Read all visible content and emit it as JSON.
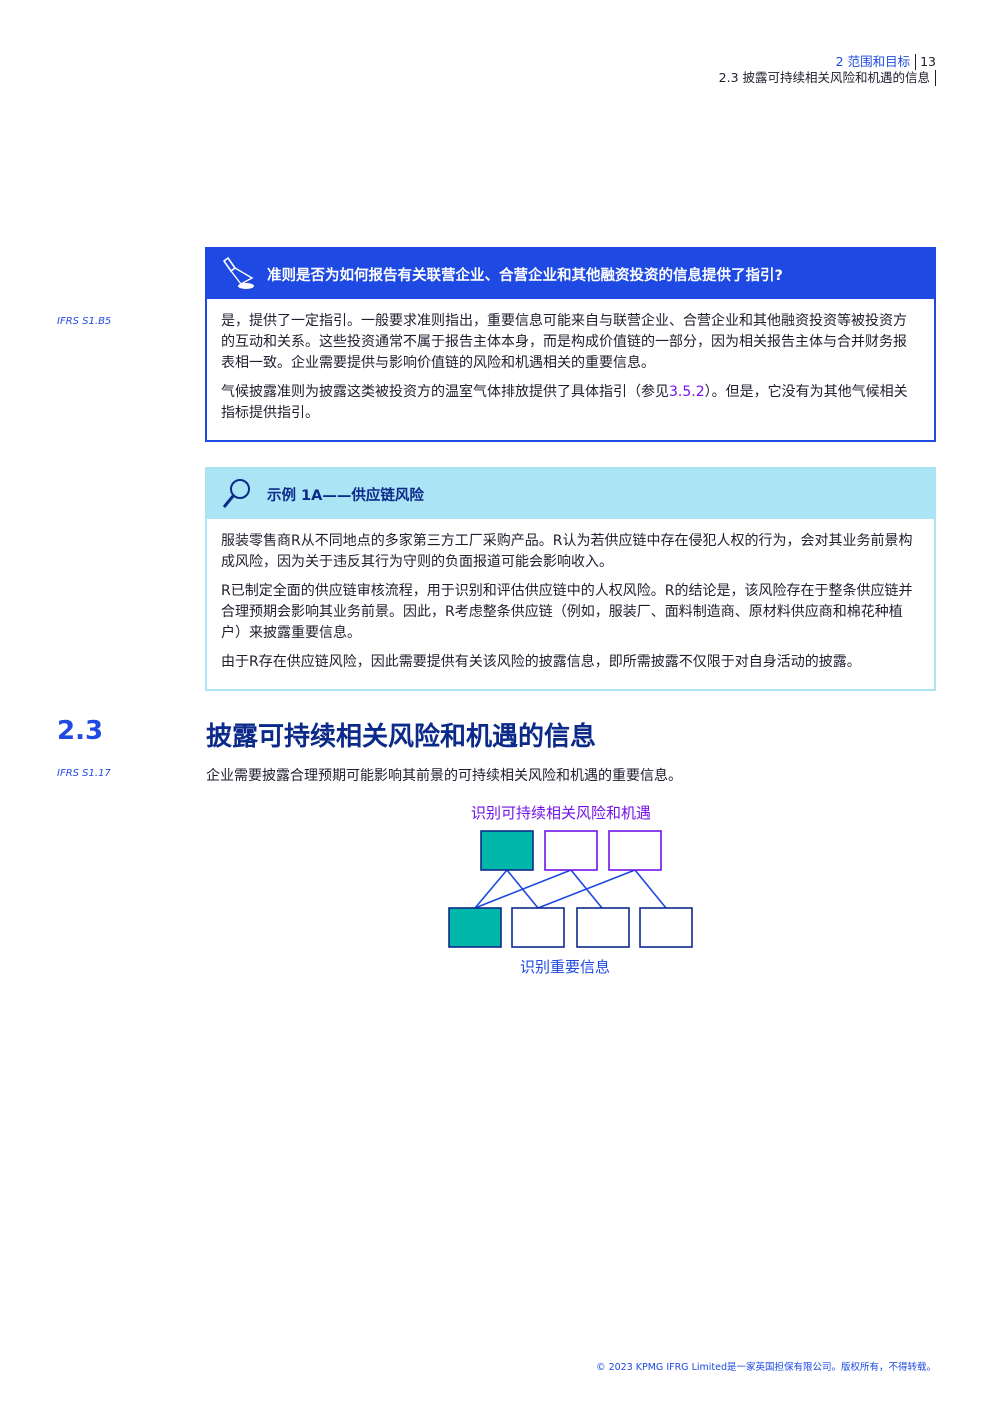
{
  "header": {
    "chapter": "2 范围和目标",
    "page_number": "13",
    "section": "2.3 披露可持续相关风险和机遇的信息"
  },
  "box1": {
    "side_ref": "IFRS S1.B5",
    "title": "准则是否为如何报告有关联营企业、合营企业和其他融资投资的信息提供了指引?",
    "icon": "spotlight-icon",
    "para1": "是，提供了一定指引。一般要求准则指出，重要信息可能来自与联营企业、合营企业和其他融资投资等被投资方的互动和关系。这些投资通常不属于报告主体本身，而是构成价值链的一部分，因为相关报告主体与合并财务报表相一致。企业需要提供与影响价值链的风险和机遇相关的重要信息。",
    "para2_before": "气候披露准则为披露这类被投资方的温室气体排放提供了具体指引（参见",
    "para2_link": "3.5.2",
    "para2_after": "）。但是，它没有为其他气候相关指标提供指引。"
  },
  "box2": {
    "title": "示例 1A——供应链风险",
    "icon": "magnifier-icon",
    "para1": "服装零售商R从不同地点的多家第三方工厂采购产品。R认为若供应链中存在侵犯人权的行为，会对其业务前景构成风险，因为关于违反其行为守则的负面报道可能会影响收入。",
    "para2": "R已制定全面的供应链审核流程，用于识别和评估供应链中的人权风险。R的结论是，该风险存在于整条供应链并合理预期会影响其业务前景。因此，R考虑整条供应链（例如，服装厂、面料制造商、原材料供应商和棉花种植户）来披露重要信息。",
    "para3": "由于R存在供应链风险，因此需要提供有关该风险的披露信息，即所需披露不仅限于对自身活动的披露。"
  },
  "section": {
    "number": "2.3",
    "title": "披露可持续相关风险和机遇的信息",
    "side_ref": "IFRS S1.17",
    "intro": "企业需要披露合理预期可能影响其前景的可持续相关风险和机遇的重要信息。"
  },
  "diagram": {
    "top_label": "识别可持续相关风险和机遇",
    "bottom_label": "识别重要信息",
    "colors": {
      "teal": "#00b8a9",
      "purple": "#7213ea",
      "navy": "#0c2a8a",
      "blue": "#1e49e2"
    }
  },
  "footer": {
    "copyright": "© 2023 KPMG IFRG Limited是一家英国担保有限公司。版权所有，不得转载。"
  }
}
